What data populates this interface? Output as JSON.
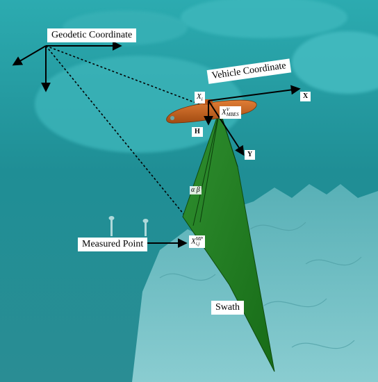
{
  "labels": {
    "geodetic": "Geodetic Coordinate",
    "vehicle": "Vehicle Coordinate",
    "measured_point": "Measured Point",
    "swath": "Swath",
    "axis_x": "X",
    "axis_y": "Y",
    "axis_h": "H"
  },
  "math": {
    "xi_base": "X",
    "xi_sub": "i",
    "mbes_base": "X",
    "mbes_sup": "V",
    "mbes_sub": "MBES",
    "mp_base": "X",
    "mp_sup": "MP",
    "mp_sub": "i,j",
    "angles": "α  β"
  },
  "colors": {
    "sea_top": "#2aa5ab",
    "sea_mid": "#1c7f88",
    "seafloor": "#79c3c9",
    "swath": "#1f7a1f",
    "vehicle": "#c8611c"
  }
}
